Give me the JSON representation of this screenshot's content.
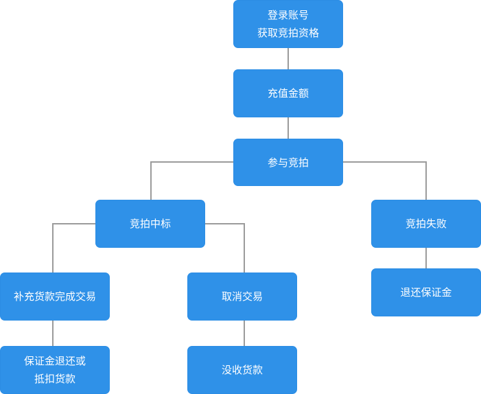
{
  "diagram": {
    "colors": {
      "node_fill": "#2f91e8",
      "node_text": "#ffffff",
      "connector": "#9b9b9b",
      "background": "#ffffff"
    },
    "nodes": {
      "login": {
        "line1": "登录账号",
        "line2": "获取竞拍资格"
      },
      "recharge": {
        "label": "充值金额"
      },
      "join_auction": {
        "label": "参与竞拍"
      },
      "win_bid": {
        "label": "竞拍中标"
      },
      "lose_bid": {
        "label": "竞拍失败"
      },
      "pay_balance": {
        "label": "补充货款完成交易"
      },
      "cancel_trade": {
        "label": "取消交易"
      },
      "refund_deposit": {
        "label": "退还保证金"
      },
      "deposit_refund_or_offset": {
        "line1": "保证金退还或",
        "line2": "抵扣货款"
      },
      "forfeit_payment": {
        "label": "没收货款"
      }
    }
  }
}
